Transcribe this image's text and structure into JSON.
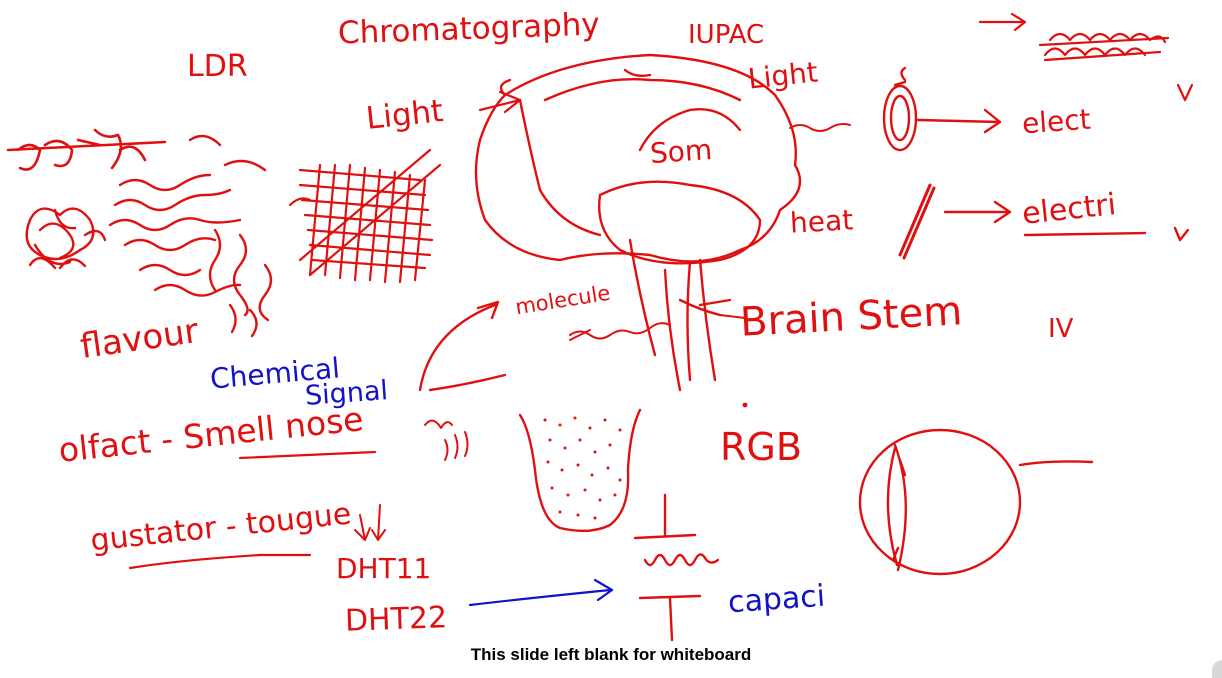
{
  "slide": {
    "footer": "This slide left blank for whiteboard"
  },
  "ink_colors": {
    "red": "#e01010",
    "blue": "#1212c8"
  },
  "labels": {
    "chromatography": "Chromatography",
    "iupac": "IUPAC",
    "ldr": "LDR",
    "light": "Light",
    "light_out": "Light",
    "son": "Som",
    "elect_top": "elect",
    "heat": "heat",
    "electri": "electri",
    "flavour": "flavour",
    "molecule": "molecule",
    "brain_stem": "Brain Stem",
    "iv": "IV",
    "chemical": "Chemical",
    "signal": "Signal",
    "olfact": "olfact - Smell nose",
    "gustator": "gustator - tougue",
    "rgb": "RGB",
    "dht11": "DHT11",
    "dht22": "DHT22",
    "capaci": "capaci"
  }
}
